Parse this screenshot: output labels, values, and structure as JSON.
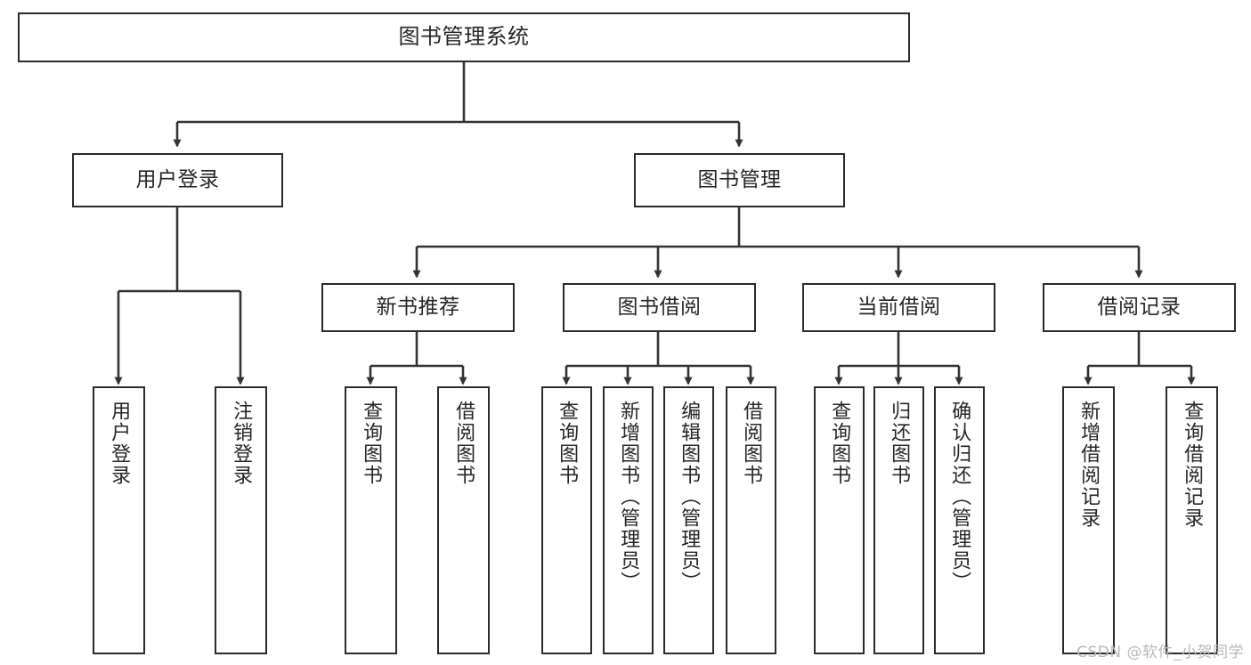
{
  "diagram": {
    "title": "图书管理系统",
    "type": "tree-hierarchy-chart",
    "watermark": "CSDN @软件_小贺同学",
    "colors": {
      "background": "#ffffff",
      "box_border": "#2b2b2b",
      "box_fill": "#ffffff",
      "text": "#262626",
      "edge": "#333333",
      "watermark": "#b9b9b9"
    },
    "nodes": {
      "root": {
        "label": "图书管理系统"
      },
      "level1": [
        {
          "id": "user-login",
          "label": "用户登录"
        },
        {
          "id": "book-manage",
          "label": "图书管理"
        }
      ],
      "level2": [
        {
          "id": "new-book-recommend",
          "label": "新书推荐"
        },
        {
          "id": "book-borrow",
          "label": "图书借阅"
        },
        {
          "id": "current-borrow",
          "label": "当前借阅"
        },
        {
          "id": "borrow-record",
          "label": "借阅记录"
        }
      ],
      "leaves": {
        "user-login": [
          {
            "id": "leaf-user-login",
            "label": "用户登录"
          },
          {
            "id": "leaf-logout",
            "label": "注销登录"
          }
        ],
        "new-book-recommend": [
          {
            "id": "leaf-query-book-1",
            "label": "查询图书"
          },
          {
            "id": "leaf-borrow-book-1",
            "label": "借阅图书"
          }
        ],
        "book-borrow": [
          {
            "id": "leaf-query-book-2",
            "label": "查询图书"
          },
          {
            "id": "leaf-add-book",
            "label": "新增图书（管理员）"
          },
          {
            "id": "leaf-edit-book",
            "label": "编辑图书（管理员）"
          },
          {
            "id": "leaf-borrow-book-2",
            "label": "借阅图书"
          }
        ],
        "current-borrow": [
          {
            "id": "leaf-query-book-3",
            "label": "查询图书"
          },
          {
            "id": "leaf-return-book",
            "label": "归还图书"
          },
          {
            "id": "leaf-confirm-return",
            "label": "确认归还（管理员）"
          }
        ],
        "borrow-record": [
          {
            "id": "leaf-add-record",
            "label": "新增借阅记录"
          },
          {
            "id": "leaf-query-record",
            "label": "查询借阅记录"
          }
        ]
      }
    },
    "edges": [
      {
        "from": "图书管理系统",
        "to": "用户登录"
      },
      {
        "from": "图书管理系统",
        "to": "图书管理"
      },
      {
        "from": "用户登录",
        "to": "用户登录"
      },
      {
        "from": "用户登录",
        "to": "注销登录"
      },
      {
        "from": "图书管理",
        "to": "新书推荐"
      },
      {
        "from": "图书管理",
        "to": "图书借阅"
      },
      {
        "from": "图书管理",
        "to": "当前借阅"
      },
      {
        "from": "图书管理",
        "to": "借阅记录"
      },
      {
        "from": "新书推荐",
        "to": "查询图书"
      },
      {
        "from": "新书推荐",
        "to": "借阅图书"
      },
      {
        "from": "图书借阅",
        "to": "查询图书"
      },
      {
        "from": "图书借阅",
        "to": "新增图书（管理员）"
      },
      {
        "from": "图书借阅",
        "to": "编辑图书（管理员）"
      },
      {
        "from": "图书借阅",
        "to": "借阅图书"
      },
      {
        "from": "当前借阅",
        "to": "查询图书"
      },
      {
        "from": "当前借阅",
        "to": "归还图书"
      },
      {
        "from": "当前借阅",
        "to": "确认归还（管理员）"
      },
      {
        "from": "借阅记录",
        "to": "新增借阅记录"
      },
      {
        "from": "借阅记录",
        "to": "查询借阅记录"
      }
    ]
  }
}
